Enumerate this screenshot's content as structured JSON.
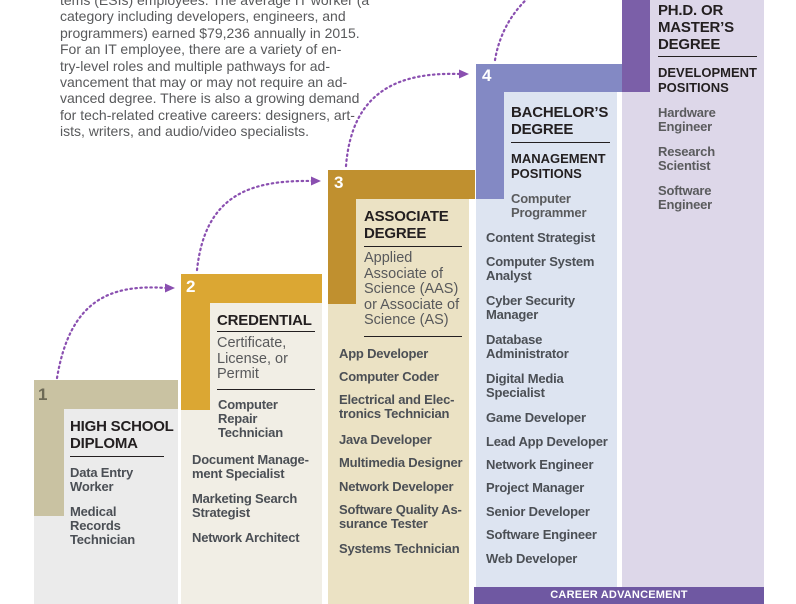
{
  "intro": {
    "lines": [
      "tems (ESIs) employees. The average IT worker (a",
      "category including developers, engineers, and",
      "programmers) earned $79,236 annually in 2015.",
      "For an IT employee, there are a variety of en-",
      "try-level roles and multiple pathways for ad-",
      "vancement that may or may not require an ad-",
      "vanced degree. There is also a growing demand",
      "for tech-related creative careers: designers, art-",
      "ists, writers, and audio/video specialists."
    ]
  },
  "steps": [
    {
      "number": "1",
      "title_lines": [
        "HIGH SCHOOL",
        "DIPLOMA"
      ],
      "items": [
        [
          "Data Entry",
          "Worker"
        ],
        [
          "Medical",
          "Records",
          "Technician"
        ]
      ]
    },
    {
      "number": "2",
      "title_lines": [
        "CREDENTIAL"
      ],
      "subtitle_lines": [
        "Certificate,",
        "License, or",
        "Permit"
      ],
      "items": [
        [
          "Computer",
          "Repair",
          "Technician"
        ],
        [
          "Document Manage-",
          "ment Specialist"
        ],
        [
          "Marketing Search",
          "Strategist"
        ],
        [
          "Network Architect"
        ]
      ]
    },
    {
      "number": "3",
      "title_lines": [
        "ASSOCIATE",
        "DEGREE"
      ],
      "subtitle_lines": [
        "Applied",
        "Associate of",
        "Science (AAS)",
        "or Associate of",
        "Science (AS)"
      ],
      "items": [
        [
          "App Developer"
        ],
        [
          "Computer Coder"
        ],
        [
          "Electrical and Elec-",
          "tronics Technician"
        ],
        [
          "Java Developer"
        ],
        [
          "Multimedia Designer"
        ],
        [
          "Network Developer"
        ],
        [
          "Software Quality As-",
          "surance Tester"
        ],
        [
          "Systems Technician"
        ]
      ]
    },
    {
      "number": "4",
      "title_lines": [
        "BACHELOR’S",
        "DEGREE"
      ],
      "category_lines": [
        "MANAGEMENT",
        "POSITIONS"
      ],
      "items": [
        [
          "Computer",
          "Programmer"
        ],
        [
          "Content Strategist"
        ],
        [
          "Computer System",
          "Analyst"
        ],
        [
          "Cyber Security",
          "Manager"
        ],
        [
          "Database",
          "Administrator"
        ],
        [
          "Digital Media",
          "Specialist"
        ],
        [
          "Game Developer"
        ],
        [
          "Lead App Developer"
        ],
        [
          "Network Engineer"
        ],
        [
          "Project Manager"
        ],
        [
          "Senior Developer"
        ],
        [
          "Software Engineer"
        ],
        [
          "Web Developer"
        ]
      ]
    },
    {
      "title_lines": [
        "PH.D. OR",
        "MASTER’S",
        "DEGREE"
      ],
      "category_lines": [
        "DEVELOPMENT",
        "POSITIONS"
      ],
      "items": [
        [
          "Hardware",
          "Engineer"
        ],
        [
          "Research",
          "Scientist"
        ],
        [
          "Software",
          "Engineer"
        ]
      ]
    }
  ],
  "footer": {
    "label": "CAREER ADVANCEMENT"
  },
  "colors": {
    "step1": "#c9c2a2",
    "step2": "#dba733",
    "step3": "#c0902f",
    "step4": "#8389c4",
    "step5": "#7b5fa8",
    "arrow": "#8a4fb0"
  }
}
